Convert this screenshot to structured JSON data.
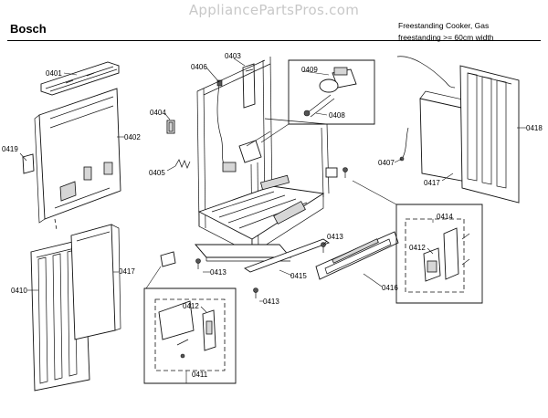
{
  "watermark": "AppliancePartsPros.com",
  "header": {
    "brand": "Bosch",
    "description_line1": "Freestanding Cooker, Gas",
    "description_line2": "freestanding >= 60cm width"
  },
  "parts": {
    "p0401": "0401",
    "p0402": "0402",
    "p0419": "0419",
    "p0404": "0404",
    "p0405": "0405",
    "p0406": "0406",
    "p0403": "0403",
    "p0409": "0409",
    "p0408": "0408",
    "p0407": "0407",
    "p0418": "0418",
    "p0417_right": "0417",
    "p0410": "0410",
    "p0417_left": "0417",
    "p0413_a": "0413",
    "p0413_b": "0413",
    "p0413_c": "0413",
    "p0415": "0415",
    "p0416": "0416",
    "p0414": "0414",
    "p0412_right": "0412",
    "p0412_left": "0412",
    "p0411": "0411"
  }
}
